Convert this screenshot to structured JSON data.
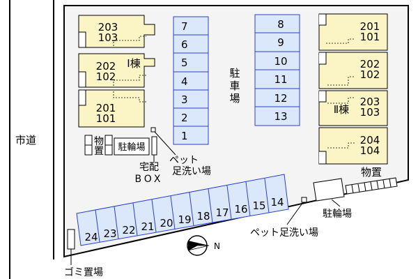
{
  "road_label": "市道",
  "building1": {
    "label": "Ⅰ棟",
    "units": [
      {
        "top": "203",
        "bottom": "103"
      },
      {
        "top": "202",
        "bottom": "102"
      },
      {
        "top": "201",
        "bottom": "101"
      }
    ]
  },
  "building2": {
    "label": "Ⅱ棟",
    "units": [
      {
        "top": "201",
        "bottom": "101"
      },
      {
        "top": "202",
        "bottom": "102"
      },
      {
        "top": "203",
        "bottom": "103"
      },
      {
        "top": "204",
        "bottom": "104"
      }
    ]
  },
  "parking_label": [
    "駐",
    "車",
    "場"
  ],
  "parking_col1": [
    "7",
    "6",
    "5",
    "4",
    "3",
    "2",
    "1"
  ],
  "parking_col2": [
    "8",
    "9",
    "10",
    "11",
    "12",
    "13"
  ],
  "parking_bottom": [
    "24",
    "23",
    "22",
    "21",
    "20",
    "19",
    "18",
    "17",
    "16",
    "15",
    "14"
  ],
  "storage_left": [
    "物",
    "置"
  ],
  "bike_parking_left": "駐輪場",
  "delivery_box": {
    "line1": "宅配",
    "line2": "BOX"
  },
  "pet_wash_top": {
    "line1": "ペット",
    "line2": "足洗い場"
  },
  "pet_wash_bottom": "ペット足洗い場",
  "storage_right": "物置",
  "bike_parking_right": "駐輪場",
  "garbage": "ゴミ置場",
  "compass": "N",
  "colors": {
    "unit_fill": "#fbf5c6",
    "parking_fill": "#dbe8fb",
    "parking_stroke": "#2a3fcf",
    "lot_fill": "#f4f4f4"
  }
}
